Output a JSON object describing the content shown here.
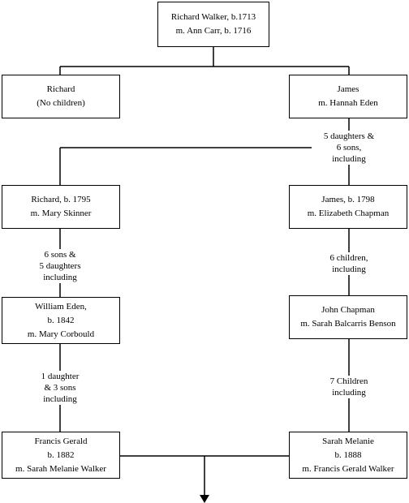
{
  "people": {
    "root": [
      "Richard Walker, b.1713",
      "m. Ann Carr, b. 1716"
    ],
    "richard_jr": [
      "Richard",
      "(No children)"
    ],
    "james": [
      "James",
      "m. Hannah Eden"
    ],
    "richard_1795": [
      "Richard, b. 1795",
      "m. Mary Skinner"
    ],
    "james_1798": [
      "James, b. 1798",
      "m. Elizabeth Chapman"
    ],
    "william_eden": [
      "William Eden,",
      "b. 1842",
      "m. Mary Corbould"
    ],
    "john_chapman": [
      "John Chapman",
      "m. Sarah Balcarris Benson"
    ],
    "francis_gerald": [
      "Francis Gerald",
      "b. 1882",
      "m. Sarah Melanie Walker"
    ],
    "sarah_melanie": [
      "Sarah Melanie",
      "b. 1888",
      "m. Francis Gerald Walker"
    ]
  },
  "notes": {
    "james_children": [
      "5 daughters &",
      "6 sons,",
      "including"
    ],
    "richard_children": [
      "6 sons &",
      "5 daughters",
      "including"
    ],
    "james_1798_children": [
      "6 children,",
      "including"
    ],
    "william_children": [
      "1 daughter",
      "& 3 sons",
      "including"
    ],
    "john_children": [
      "7 Children",
      "including"
    ]
  }
}
